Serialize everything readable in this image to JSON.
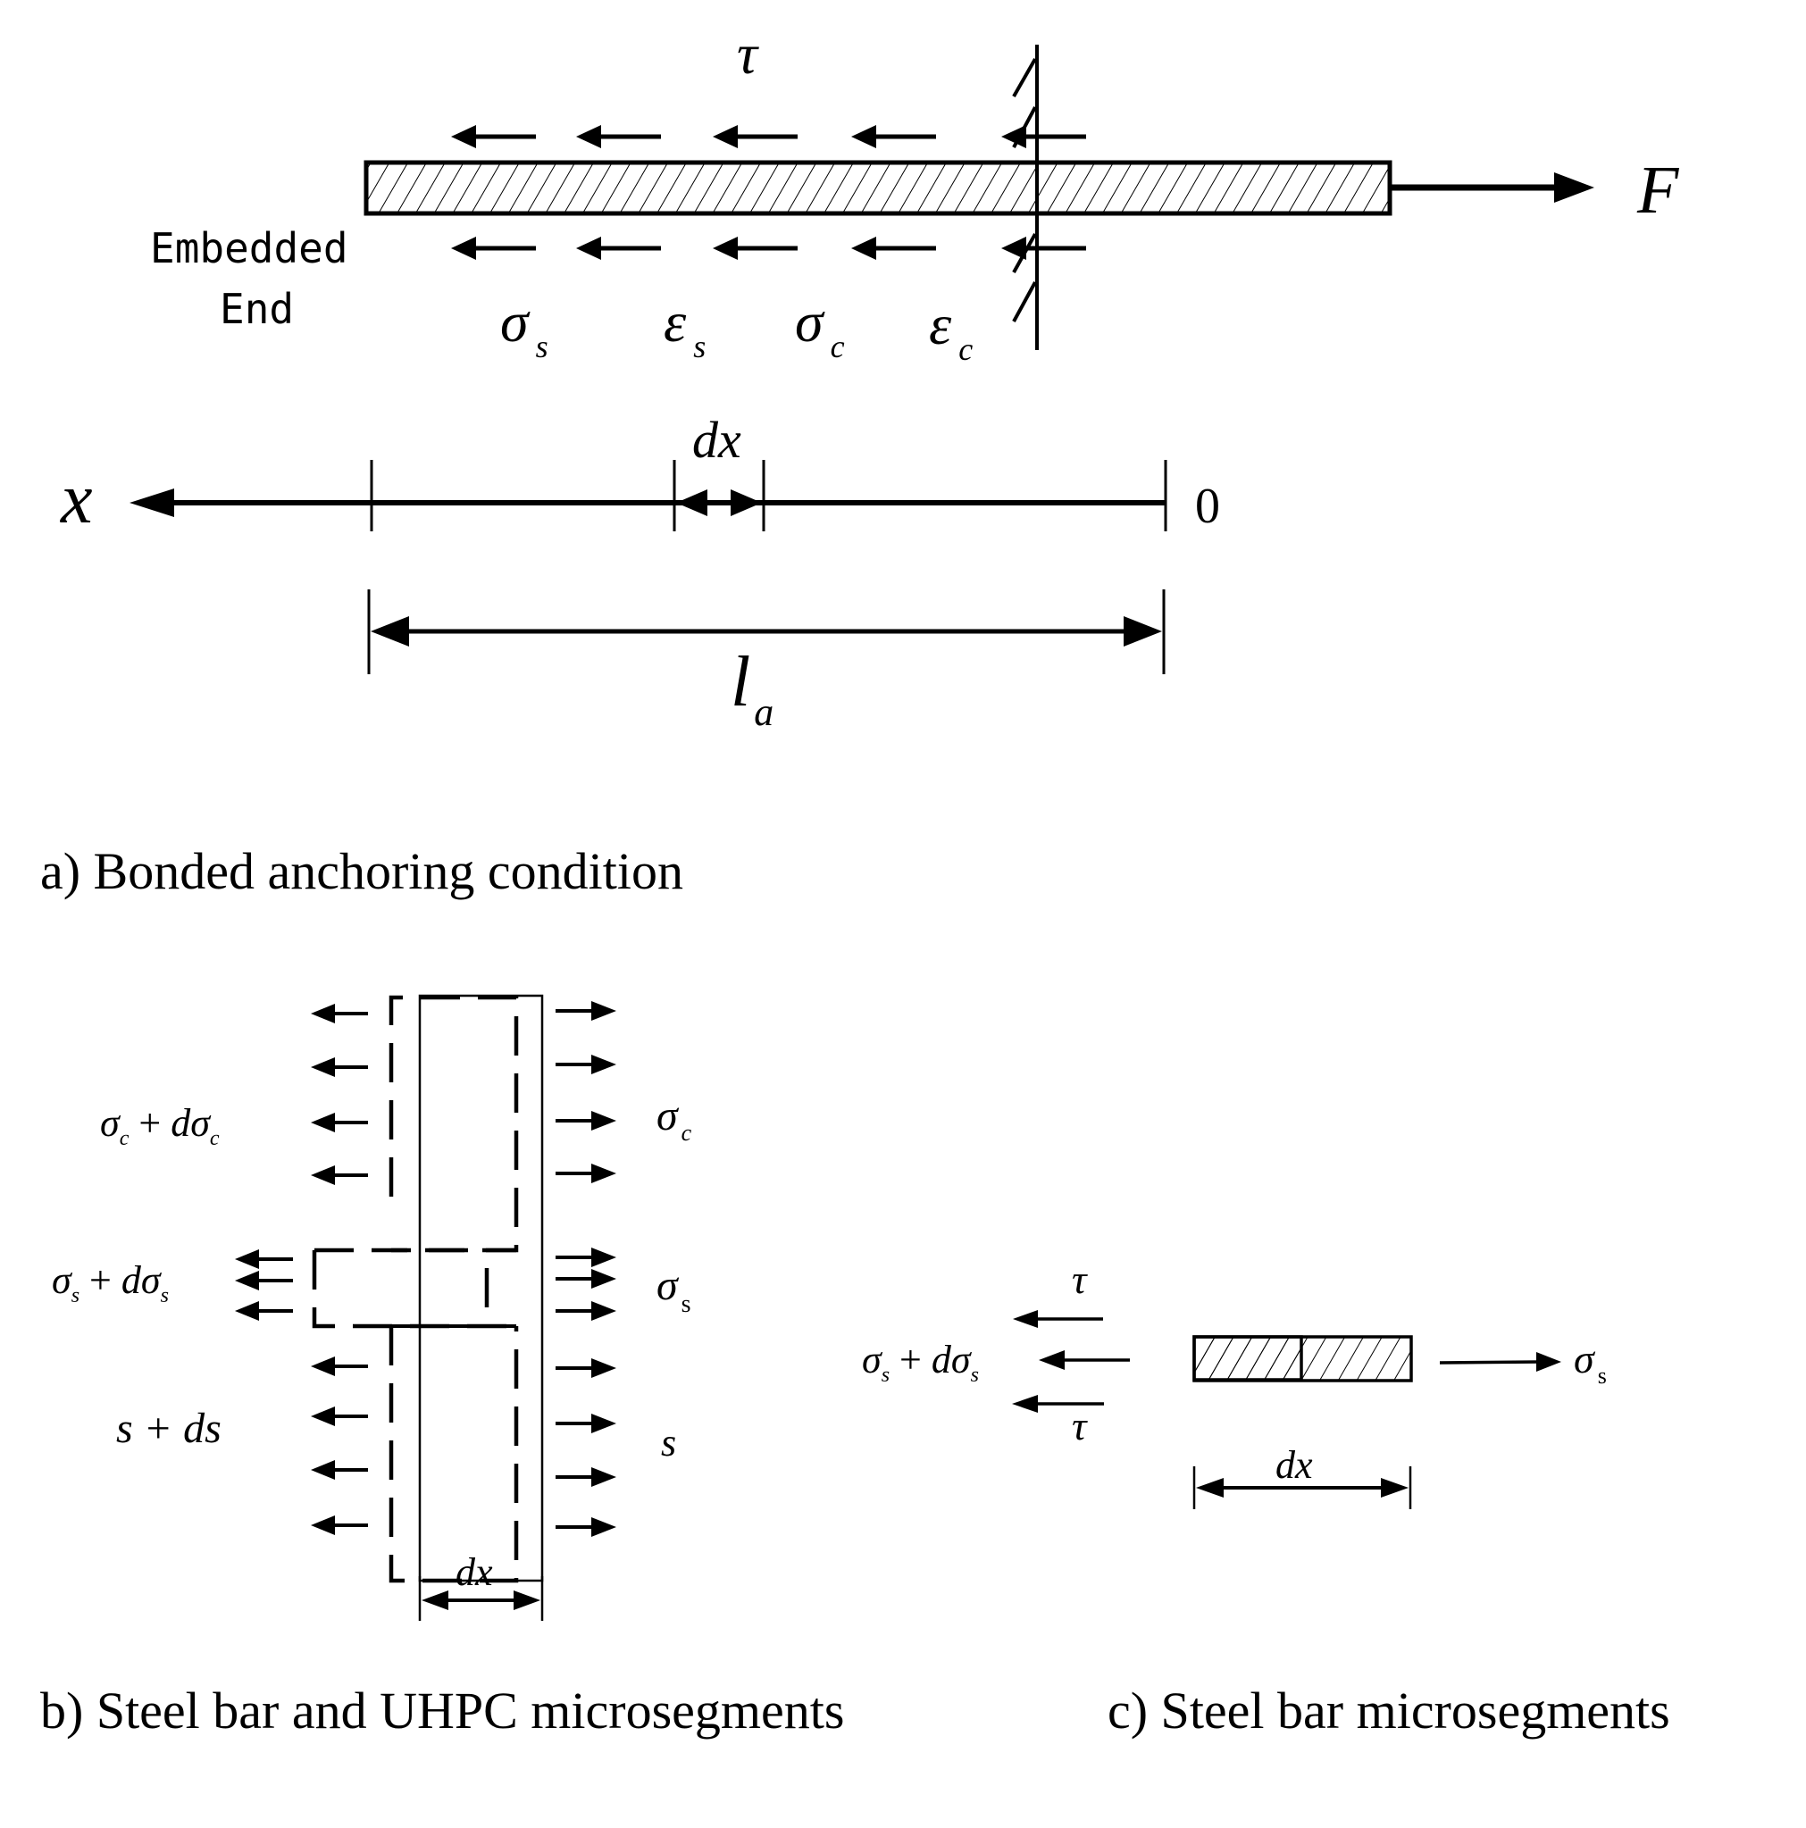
{
  "panel_a": {
    "caption": "a) Bonded anchoring condition",
    "shear_label": "τ",
    "force_label": "F",
    "embedded_end_line1": "Embedded",
    "embedded_end_line2": "End",
    "variables": [
      {
        "base": "σ",
        "sub": "s"
      },
      {
        "base": "ε",
        "sub": "s"
      },
      {
        "base": "σ",
        "sub": "c"
      },
      {
        "base": "ε",
        "sub": "c"
      }
    ],
    "axis_label": "x",
    "origin_label": "0",
    "segment_label": "dx",
    "anchorage_length": {
      "base": "l",
      "sub": "a"
    }
  },
  "panel_b": {
    "caption": "b) Steel bar and UHPC microsegments",
    "left_concrete": {
      "a": "σ",
      "a_sub": "c",
      "op": " + ",
      "d": "dσ",
      "d_sub": "c"
    },
    "right_concrete": {
      "base": "σ",
      "sub": "c"
    },
    "left_steel": {
      "a": "σ",
      "a_sub": "s",
      "op": " + ",
      "d": "dσ",
      "d_sub": "s"
    },
    "right_steel": {
      "base": "σ",
      "sub": "s"
    },
    "left_slip": "s + ds",
    "right_slip": "s",
    "width_label": "dx"
  },
  "panel_c": {
    "caption": "c) Steel bar microsegments",
    "top_shear": "τ",
    "bottom_shear": "τ",
    "left_stress": {
      "a": "σ",
      "a_sub": "s",
      "op": " + ",
      "d": "dσ",
      "d_sub": "s"
    },
    "right_stress": {
      "base": "σ",
      "sub": "s"
    },
    "width_label": "dx"
  }
}
